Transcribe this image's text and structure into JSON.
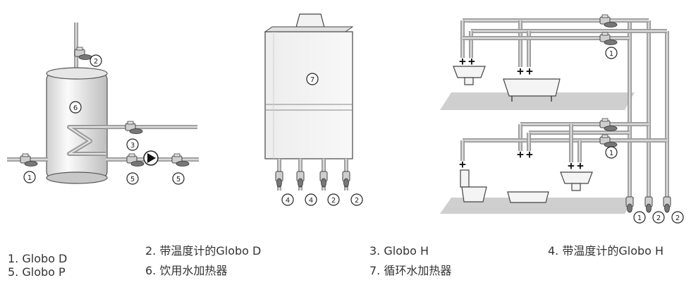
{
  "diagram": {
    "callouts": {
      "left_valve_cold": "1",
      "left_valve_top": "2",
      "left_valve_coil": "3",
      "left_valve_pump_left": "5",
      "left_valve_pump_right": "5",
      "left_tank": "6",
      "mid_heater": "7",
      "mid_valve_1": "4",
      "mid_valve_2": "4",
      "mid_valve_3": "2",
      "mid_valve_4": "2",
      "right_valve_upper": "1",
      "right_valve_lower": "1",
      "right_bottom_1": "1",
      "right_bottom_2": "2",
      "right_bottom_3": "2"
    }
  },
  "legend": {
    "col1": [
      "1. Globo D",
      "5. Globo P"
    ],
    "col2": [
      "2. 带温度计的Globo D",
      "6. 饮用水加热器"
    ],
    "col3": [
      "3. Globo H",
      "7. 循环水加热器"
    ],
    "col4": [
      "4. 带温度计的Globo H"
    ]
  }
}
